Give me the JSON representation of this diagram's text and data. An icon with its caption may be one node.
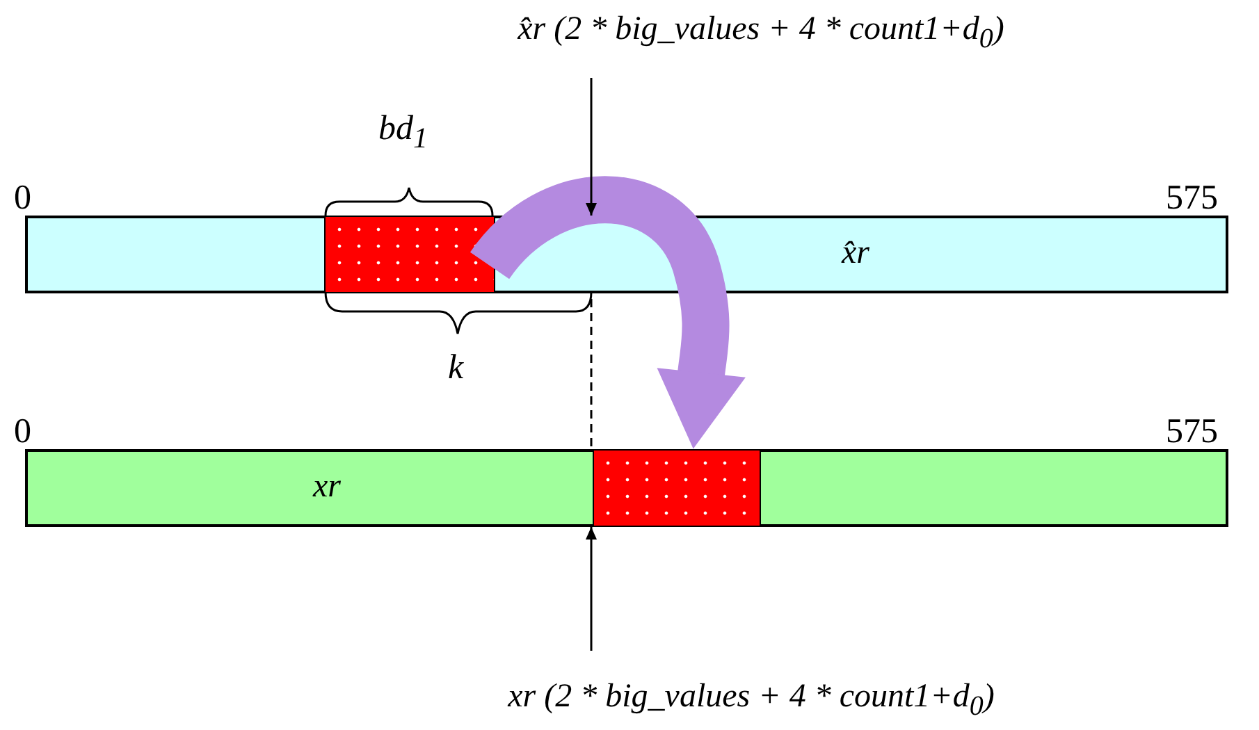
{
  "diagram": {
    "nodes": [
      {
        "text": [
          "x̂r"
        ]
      },
      {
        "text": [],
        "shape": "box",
        "in": 0
      },
      {
        "text": [
          "xr"
        ]
      },
      {
        "text": [],
        "shape": "box",
        "in": 2
      },
      {
        "text": [
          "x̂r (2 * big_values + 4 * count1+d$_{0}$)"
        ]
      },
      {
        "text": [
          "xr (2 * big_values + 4 * count1+d$_{0}$)"
        ]
      }
    ],
    "edges": [
      {
        "from": 4,
        "to": 0,
        "arrow": "to"
      },
      {
        "from": 5,
        "to": 2,
        "arrow": "to"
      },
      {
        "from": 1,
        "to": 3,
        "arrow": "to",
        "style": "thick",
        "color": "#b48ae0"
      }
    ],
    "labels": [
      "0",
      "575",
      "bd$_{1}$",
      "k",
      "0",
      "575"
    ]
  }
}
